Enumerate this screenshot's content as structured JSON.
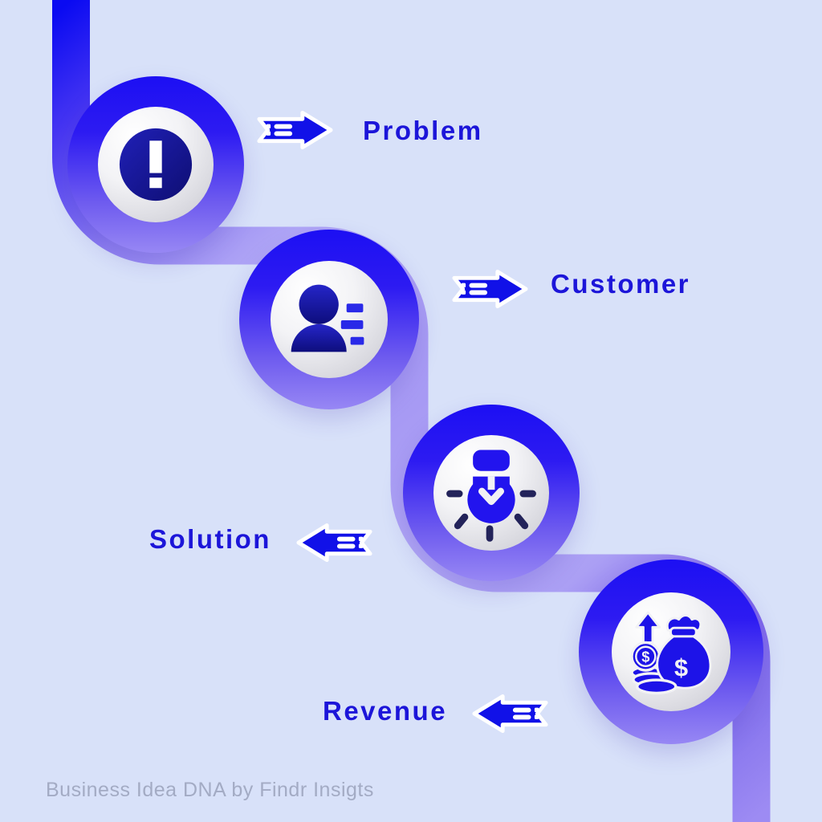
{
  "steps": [
    {
      "label": "Problem",
      "icon": "exclamation-icon",
      "arrow_direction": "right"
    },
    {
      "label": "Customer",
      "icon": "person-icon",
      "arrow_direction": "right"
    },
    {
      "label": "Solution",
      "icon": "lightbulb-icon",
      "arrow_direction": "left"
    },
    {
      "label": "Revenue",
      "icon": "money-bag-icon",
      "arrow_direction": "left"
    }
  ],
  "footer": {
    "text": "Business Idea DNA by Findr Insigts"
  },
  "colors": {
    "background": "#d8e1f9",
    "ribbon_top_blue": "#0a0af2",
    "ribbon_purple": "#9d8bf3",
    "circle_gradient_top": "#1c0ff3",
    "circle_gradient_bottom": "#9787f4",
    "label_text": "#1c15d9",
    "arrow_fill": "#1111e8",
    "icon_navy": "#12128c",
    "icon_bright_blue": "#2214ee",
    "icon_dark_dash": "#23235a",
    "footer_text": "#a3abc4"
  }
}
